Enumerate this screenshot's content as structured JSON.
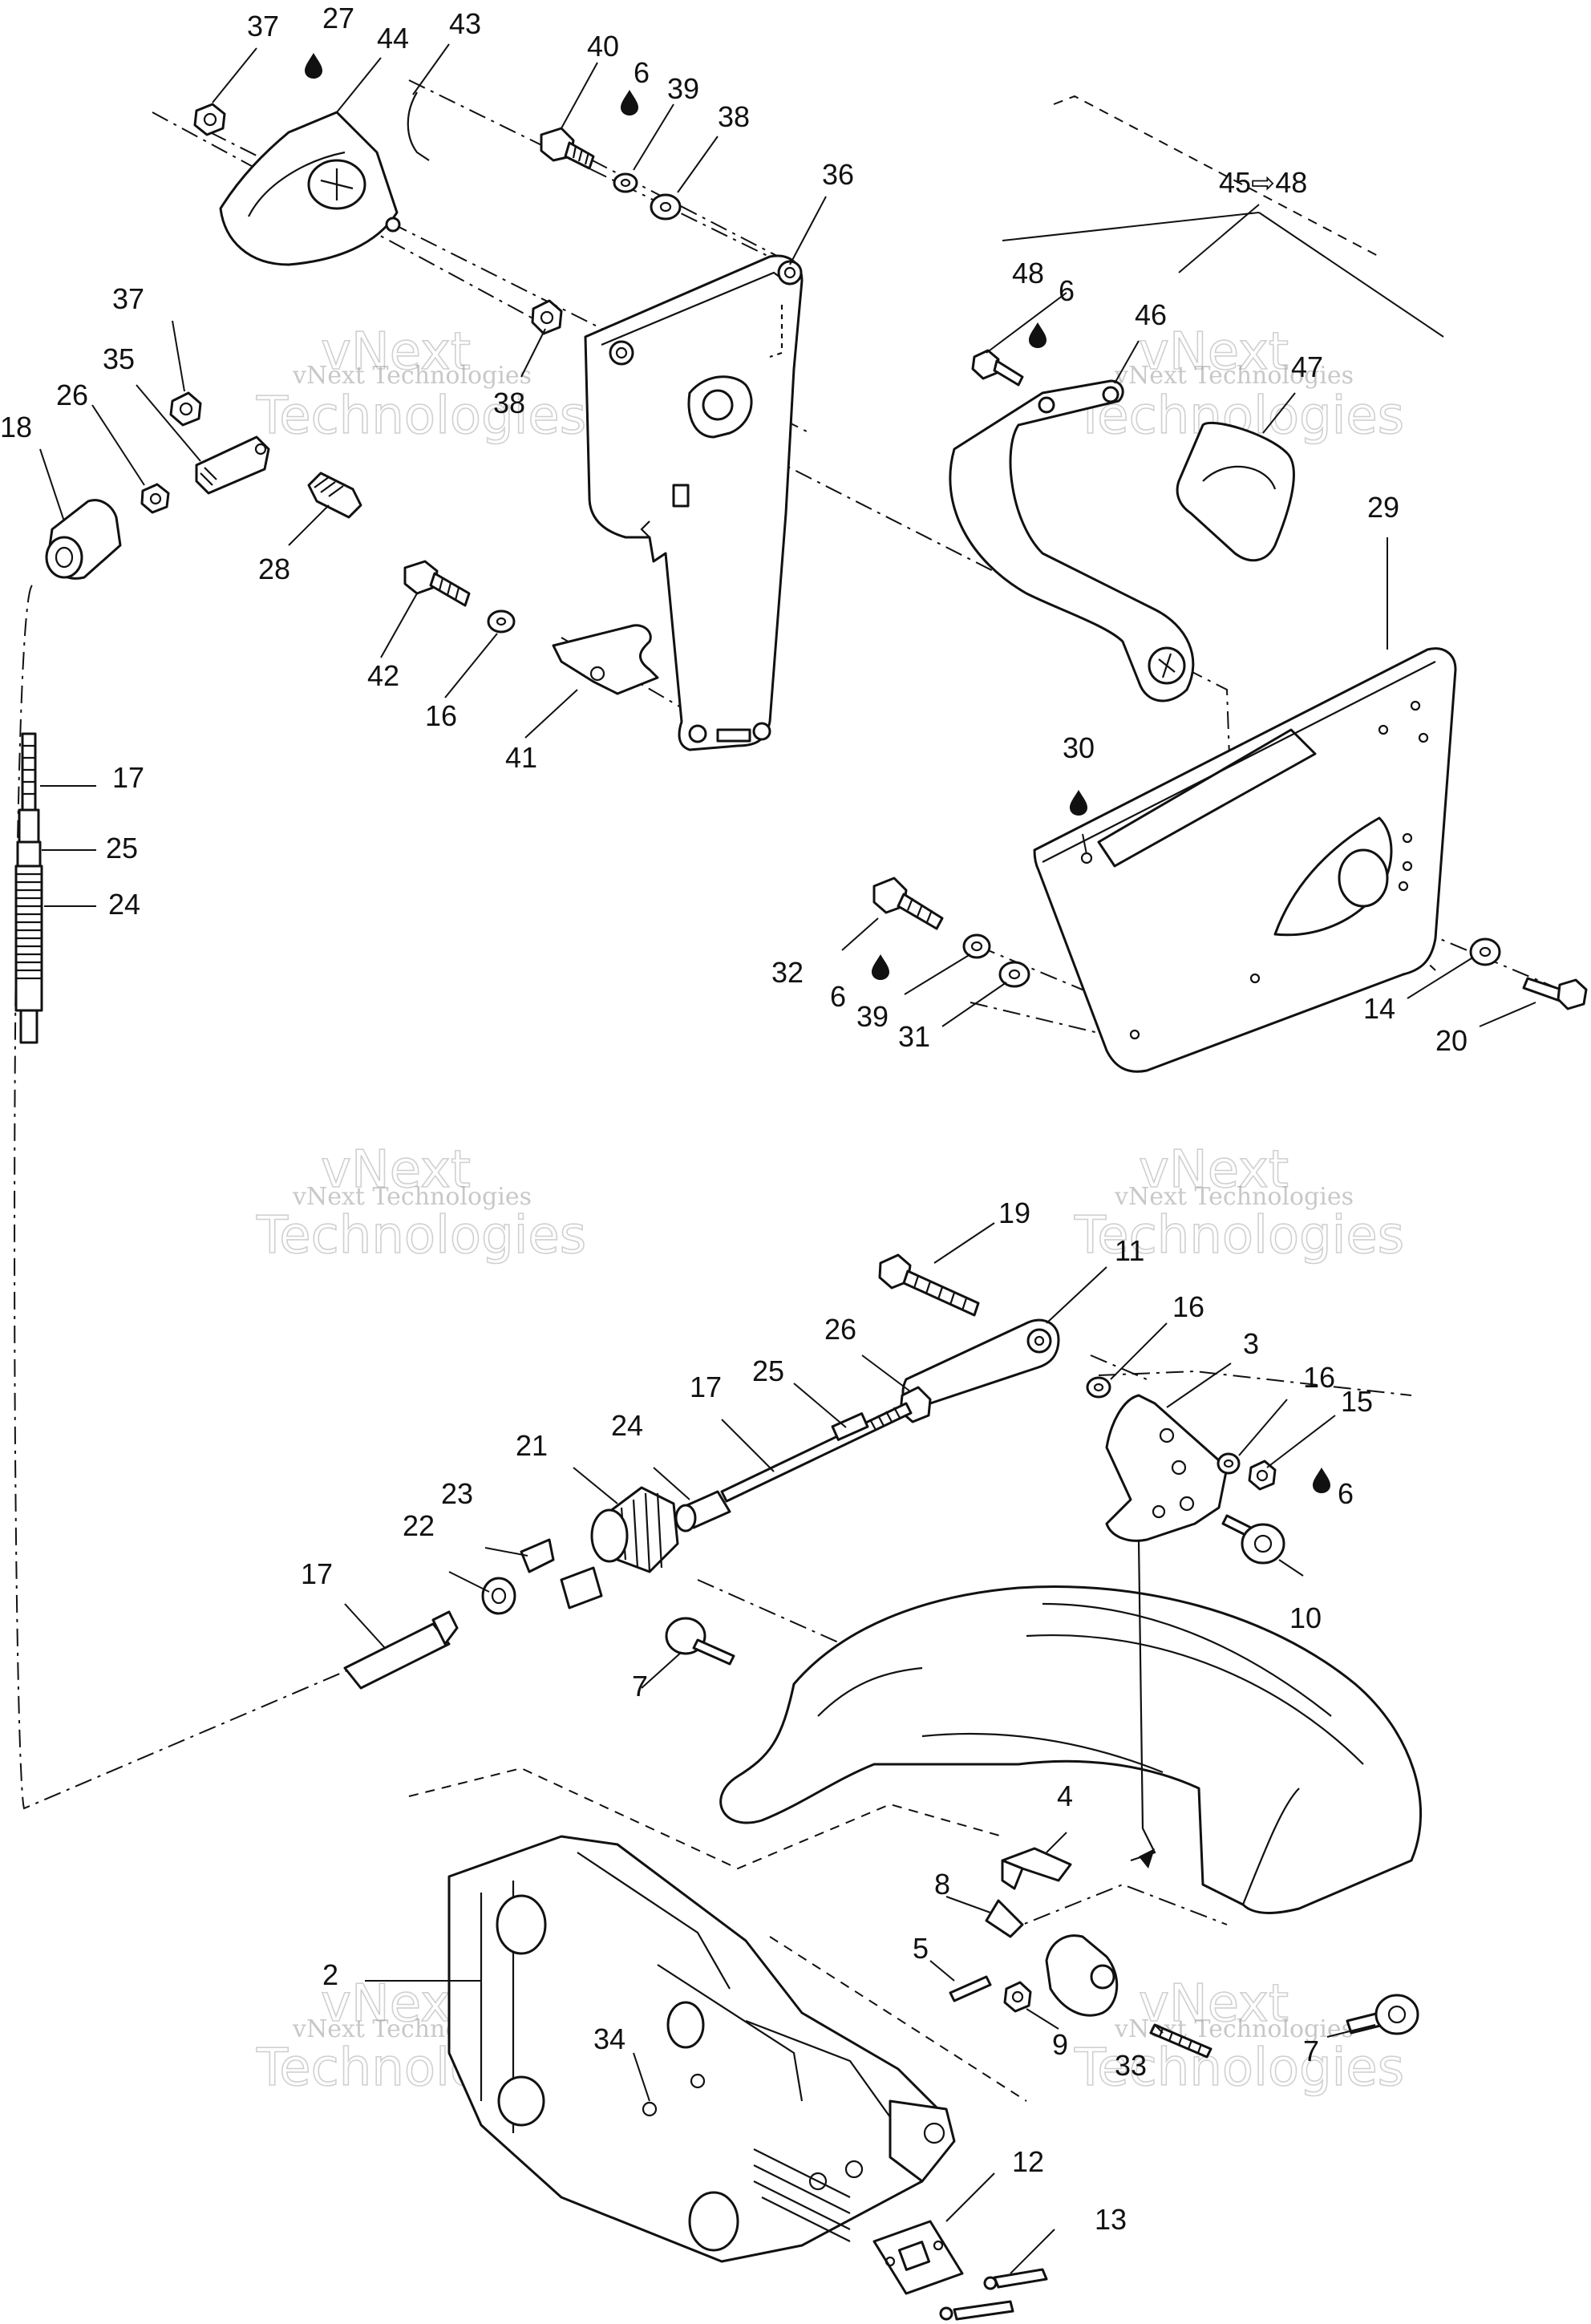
{
  "callouts": [
    {
      "id": "c-37a",
      "label": "37"
    },
    {
      "id": "c-27",
      "label": "27"
    },
    {
      "id": "c-44",
      "label": "44"
    },
    {
      "id": "c-43",
      "label": "43"
    },
    {
      "id": "c-40",
      "label": "40"
    },
    {
      "id": "c-6a",
      "label": "6"
    },
    {
      "id": "c-39a",
      "label": "39"
    },
    {
      "id": "c-38a",
      "label": "38"
    },
    {
      "id": "c-36",
      "label": "36"
    },
    {
      "id": "c-45-48",
      "label": "45⇨48"
    },
    {
      "id": "c-37b",
      "label": "37"
    },
    {
      "id": "c-35",
      "label": "35"
    },
    {
      "id": "c-26a",
      "label": "26"
    },
    {
      "id": "c-18",
      "label": "18"
    },
    {
      "id": "c-28",
      "label": "28"
    },
    {
      "id": "c-38b",
      "label": "38"
    },
    {
      "id": "c-48",
      "label": "48"
    },
    {
      "id": "c-6b",
      "label": "6"
    },
    {
      "id": "c-46",
      "label": "46"
    },
    {
      "id": "c-47",
      "label": "47"
    },
    {
      "id": "c-29",
      "label": "29"
    },
    {
      "id": "c-42",
      "label": "42"
    },
    {
      "id": "c-16a",
      "label": "16"
    },
    {
      "id": "c-41",
      "label": "41"
    },
    {
      "id": "c-30",
      "label": "30"
    },
    {
      "id": "c-17a",
      "label": "17"
    },
    {
      "id": "c-25a",
      "label": "25"
    },
    {
      "id": "c-24a",
      "label": "24"
    },
    {
      "id": "c-32",
      "label": "32"
    },
    {
      "id": "c-6c",
      "label": "6"
    },
    {
      "id": "c-39b",
      "label": "39"
    },
    {
      "id": "c-31",
      "label": "31"
    },
    {
      "id": "c-14",
      "label": "14"
    },
    {
      "id": "c-20",
      "label": "20"
    },
    {
      "id": "c-19",
      "label": "19"
    },
    {
      "id": "c-11",
      "label": "11"
    },
    {
      "id": "c-16b",
      "label": "16"
    },
    {
      "id": "c-26b",
      "label": "26"
    },
    {
      "id": "c-3",
      "label": "3"
    },
    {
      "id": "c-16c",
      "label": "16"
    },
    {
      "id": "c-15",
      "label": "15"
    },
    {
      "id": "c-17b",
      "label": "17"
    },
    {
      "id": "c-25b",
      "label": "25"
    },
    {
      "id": "c-21",
      "label": "21"
    },
    {
      "id": "c-24b",
      "label": "24"
    },
    {
      "id": "c-6d",
      "label": "6"
    },
    {
      "id": "c-23",
      "label": "23"
    },
    {
      "id": "c-22",
      "label": "22"
    },
    {
      "id": "c-10",
      "label": "10"
    },
    {
      "id": "c-17c",
      "label": "17"
    },
    {
      "id": "c-7a",
      "label": "7"
    },
    {
      "id": "c-4",
      "label": "4"
    },
    {
      "id": "c-8",
      "label": "8"
    },
    {
      "id": "c-2",
      "label": "2"
    },
    {
      "id": "c-5",
      "label": "5"
    },
    {
      "id": "c-34",
      "label": "34"
    },
    {
      "id": "c-9",
      "label": "9"
    },
    {
      "id": "c-33",
      "label": "33"
    },
    {
      "id": "c-7b",
      "label": "7"
    },
    {
      "id": "c-12",
      "label": "12"
    },
    {
      "id": "c-13",
      "label": "13"
    }
  ],
  "watermark": {
    "small_text": "vNext Technologies",
    "big_text": "Technologies",
    "mid_text": "vNext"
  },
  "icons": {
    "lubricant_drop": "oil-drop-icon"
  }
}
